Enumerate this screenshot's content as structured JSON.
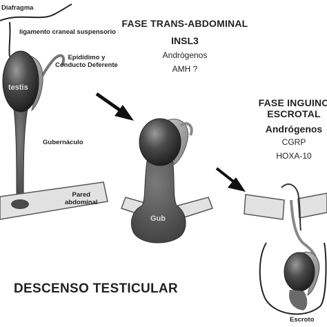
{
  "labels": {
    "diaphragm": "Diafragma",
    "cranial_ligament": "ligamento craneal suspensorio",
    "epididymis": "Epidídimo y\nConducto Deferente",
    "testis": "testis",
    "gubernaculum": "Gubernáculo",
    "abdominal_wall": "Pared\nabdominal",
    "gub": "Gub",
    "scrotum": "Escroto"
  },
  "phase_transabdominal": {
    "title": "FASE TRANS-ABDOMINAL",
    "factors": [
      "INSL3",
      "Andrógenos",
      "AMH ?"
    ]
  },
  "phase_inguinoscrotal": {
    "title_line1": "FASE INGUINO",
    "title_line2": "ESCROTAL",
    "factors": [
      "Andrógenos",
      "CGRP",
      "HOXA-10"
    ]
  },
  "main_title": "DESCENSO TESTICULAR",
  "colors": {
    "testis_fill": "#3a3a3a",
    "gubernaculum_fill": "#555555",
    "epididymis_fill": "#9a9a9a",
    "wall_fill": "#e2e2e2",
    "arrow": "#111111"
  }
}
